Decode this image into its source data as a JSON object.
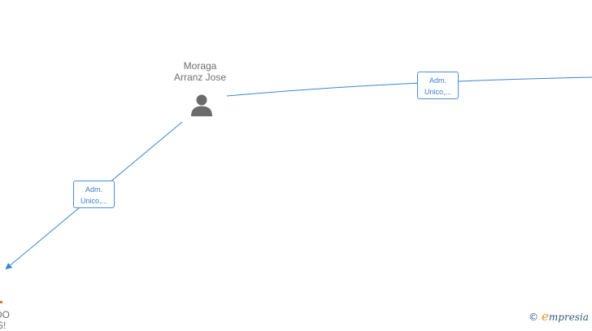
{
  "nodes": {
    "person": {
      "name_line1": "Moraga",
      "name_line2": "Arranz Jose",
      "icon": "person-icon"
    },
    "partial_bottom_left": {
      "text_line1": "DO",
      "text_line2": "S!",
      "icon": "building-icon"
    }
  },
  "edges": [
    {
      "label_line1": "Adm.",
      "label_line2": "Unico,..."
    },
    {
      "label_line1": "Adm.",
      "label_line2": "Unico,..."
    }
  ],
  "watermark": {
    "copyright_symbol": "©",
    "brand_initial": "e",
    "brand_rest": "mpresia"
  },
  "colors": {
    "edge": "#3a86d6",
    "label_border": "#4a8fd8",
    "label_text": "#3a7fcf",
    "node_text": "#6f6f6f",
    "icon": "#6b6b6b",
    "accent_orange": "#e8732a"
  }
}
